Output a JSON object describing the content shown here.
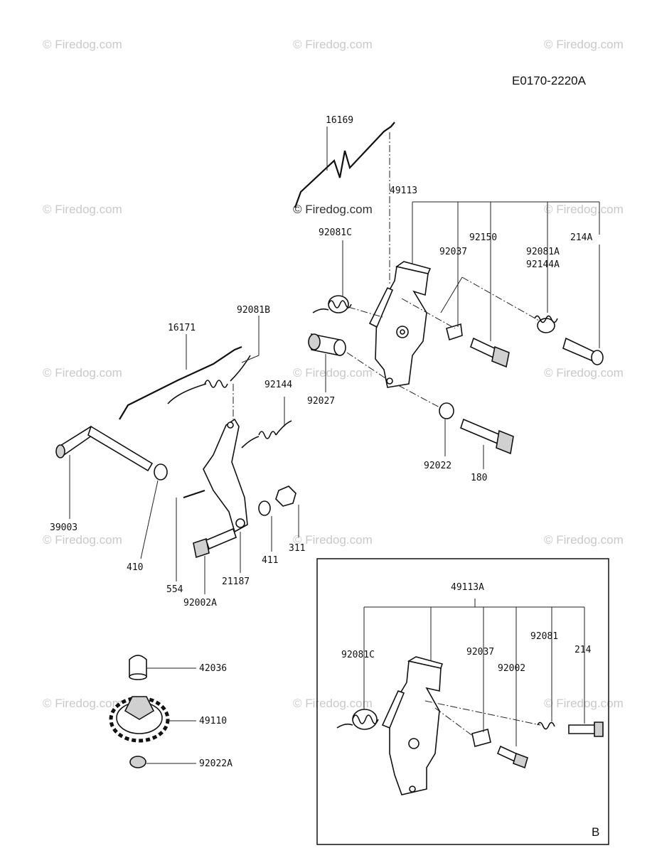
{
  "diagram_code": "E0170-2220A",
  "watermark": "© Firedog.com",
  "inset_letter": "B",
  "labels": {
    "p16169": "16169",
    "p49113": "49113",
    "p92081C": "92081C",
    "p92037": "92037",
    "p92150": "92150",
    "p92081A": "92081A",
    "p92144A": "92144A",
    "p214A": "214A",
    "p16171": "16171",
    "p92081B": "92081B",
    "p92144": "92144",
    "p92027": "92027",
    "p92022": "92022",
    "p180": "180",
    "p39003": "39003",
    "p410": "410",
    "p554": "554",
    "p92002A": "92002A",
    "p21187": "21187",
    "p411": "411",
    "p311": "311",
    "p42036": "42036",
    "p49110": "49110",
    "p92022A": "92022A",
    "inset": {
      "p49113A": "49113A",
      "p92081C": "92081C",
      "p92037": "92037",
      "p92002": "92002",
      "p92081": "92081",
      "p214": "214"
    }
  }
}
